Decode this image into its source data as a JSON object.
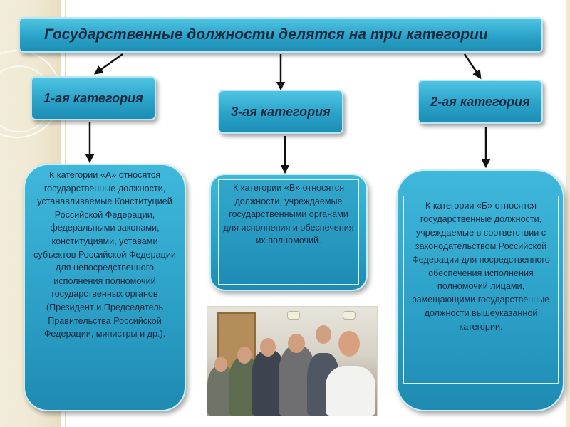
{
  "title": {
    "text": "Государственные должности делятся на три категории",
    "colon": ":"
  },
  "categories": {
    "first": "1-ая категория",
    "third": "3-ая категория",
    "second": "2-ая категория"
  },
  "descriptions": {
    "a": "К категории «А» относятся государственные должности, устанавливаемые Конституцией Российской Федерации, федеральными законами, конституциями, уставами субъектов Российской Федерации для непосредственного исполнения полномочий государственных органов (Президент и Председатель Правительства Российской Федерации, министры и др.).",
    "b": "К категории «В» относятся должности, учреждаемые государственными органами для исполнения и обеспечения их полномочий.",
    "v": "К категории «Б» относятся государственные должности, учреждаемые в соответствии с законодательством Российской Федерации для посредственного обеспечения исполнения полномочий лицами, замещающими государственные должности вышеуказанной категории."
  },
  "colors": {
    "box": "#2aa3c9",
    "border": "#b9e7f3",
    "text": "#1a2a40",
    "accent_band": "#f1ecd9"
  }
}
